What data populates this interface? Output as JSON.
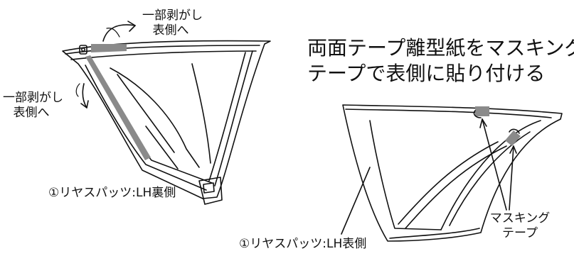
{
  "labels": {
    "peel_top_line1": "一部剥がし",
    "peel_top_line2": "表側へ",
    "peel_left_line1": "一部剥がし",
    "peel_left_line2": "表側へ",
    "instruction_line1": "両面テープ離型紙をマスキング",
    "instruction_line2": "テープで表側に貼り付ける",
    "part_back": "①リヤスパッツ:LH裏側",
    "part_front": "①リヤスパッツ:LH表側",
    "masking_line1": "マスキング",
    "masking_line2": "テープ"
  },
  "colors": {
    "line": "#111111",
    "tape": "#8a8a8a",
    "background": "#ffffff"
  }
}
